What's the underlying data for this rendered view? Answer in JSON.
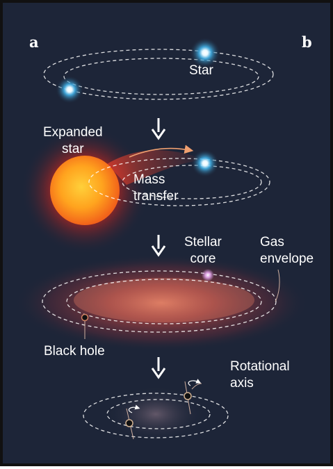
{
  "panel_labels": {
    "a": "a",
    "b": "b"
  },
  "labels": {
    "star": "Star",
    "expanded_star": "Expanded\nstar",
    "mass_transfer": "Mass\ntransfer",
    "stellar_core": "Stellar\ncore",
    "gas_envelope": "Gas\nenvelope",
    "black_hole": "Black hole",
    "rotational_axis": "Rotational\naxis"
  },
  "colors": {
    "background": "#1d2538",
    "border": "#111111",
    "blue_star": "#44b8f0",
    "giant_star": "#ff8a1c",
    "gas_red": "#e0443a",
    "stellar_core": "#e8a8f0",
    "orbit_line": "#ffffff",
    "text": "#ffffff"
  }
}
